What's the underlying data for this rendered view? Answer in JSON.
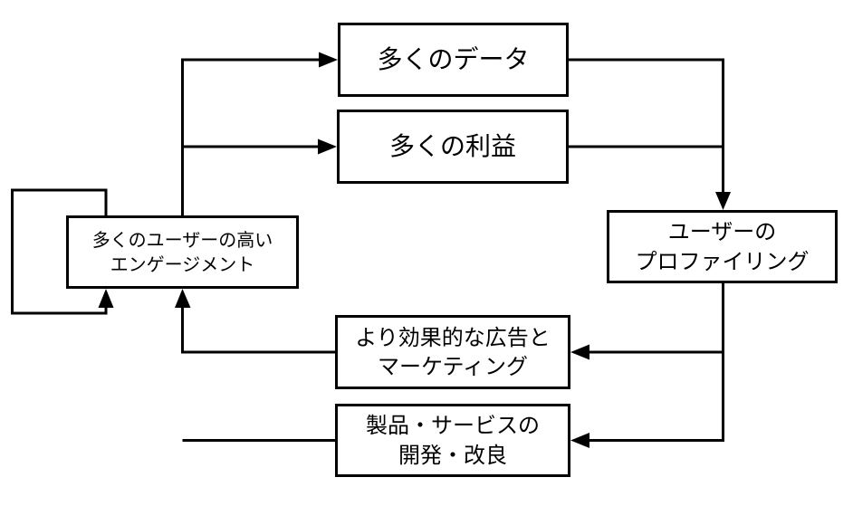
{
  "diagram": {
    "colors": {
      "background": "#ffffff",
      "box_fill": "#ffffff",
      "box_border": "#000000",
      "line": "#000000",
      "text": "#000000"
    },
    "nodes": {
      "more_data": {
        "label": "多くのデータ"
      },
      "more_profit": {
        "label": "多くの利益"
      },
      "user_profiling": {
        "label": "ユーザーの\nプロファイリング"
      },
      "ads_marketing": {
        "label": "より効果的な広告と\nマーケティング"
      },
      "product_dev": {
        "label": "製品・サービスの\n開発・改良"
      },
      "engagement": {
        "label": "多くのユーザーの高い\nエンゲージメント"
      }
    },
    "edges": [
      {
        "from": "engagement",
        "to": "more_data"
      },
      {
        "from": "engagement",
        "to": "more_profit"
      },
      {
        "from": "more_data",
        "to": "user_profiling"
      },
      {
        "from": "more_profit",
        "to": "user_profiling"
      },
      {
        "from": "user_profiling",
        "to": "ads_marketing"
      },
      {
        "from": "user_profiling",
        "to": "product_dev"
      },
      {
        "from": "ads_marketing",
        "to": "engagement"
      },
      {
        "from": "product_dev",
        "to": "engagement"
      },
      {
        "from": "engagement",
        "to": "engagement"
      }
    ]
  }
}
